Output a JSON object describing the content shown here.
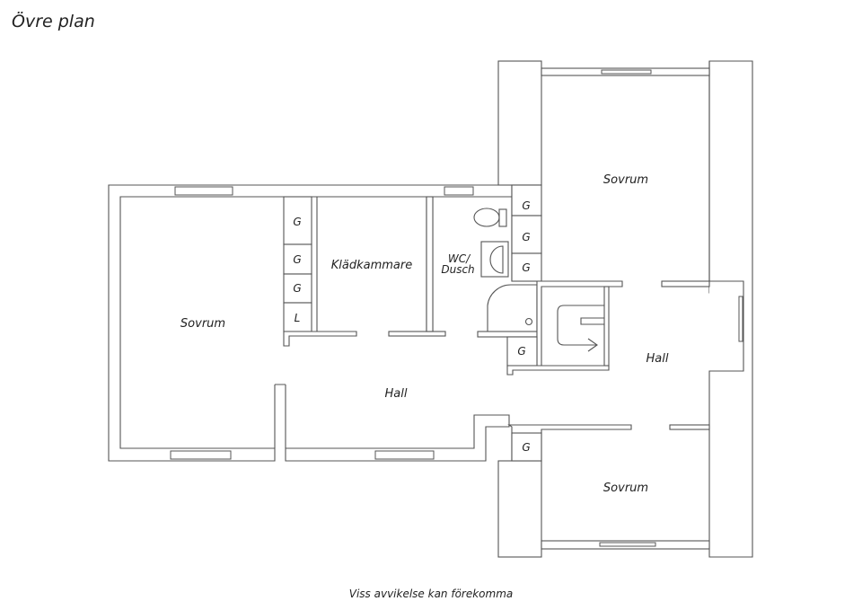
{
  "title": "Övre plan",
  "footer": "Viss avvikelse kan förekomma",
  "rooms": {
    "sovrum_left": "Sovrum",
    "sovrum_top_right": "Sovrum",
    "sovrum_bottom_right": "Sovrum",
    "kladkammare": "Klädkammare",
    "wc_line1": "WC/",
    "wc_line2": "Dusch",
    "hall_main": "Hall",
    "hall_right": "Hall"
  },
  "closets": [
    "G",
    "G",
    "G",
    "L",
    "G",
    "G",
    "G",
    "G",
    "G"
  ],
  "colors": {
    "walls": "#555555",
    "background": "#ffffff"
  }
}
